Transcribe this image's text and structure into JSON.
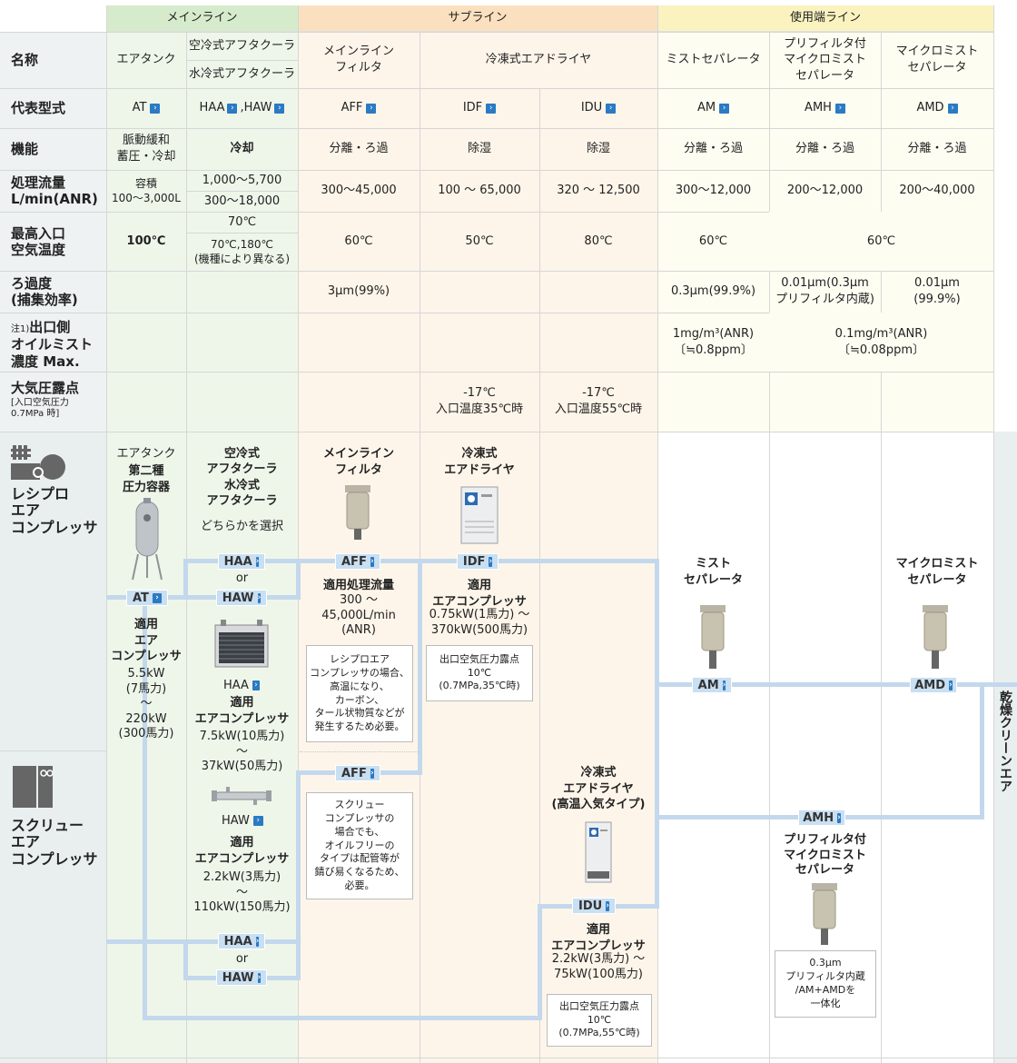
{
  "groups": {
    "main": "メインライン",
    "sub": "サブライン",
    "use": "使用端ライン"
  },
  "rows": {
    "name": {
      "label": "名称",
      "at": "エアタンク",
      "haa": "空冷式アフタクーラ",
      "haw": "水冷式アフタクーラ",
      "aff": "メインライン\nフィルタ",
      "dryer": "冷凍式エアドライヤ",
      "am": "ミストセパレータ",
      "amh": "プリフィルタ付\nマイクロミスト\nセパレータ",
      "amd": "マイクロミスト\nセパレータ"
    },
    "model": {
      "label": "代表型式",
      "at": "AT",
      "haa": "HAA",
      "haw": ",HAW",
      "aff": "AFF",
      "idf": "IDF",
      "idu": "IDU",
      "am": "AM",
      "amh": "AMH",
      "amd": "AMD"
    },
    "function": {
      "label": "機能",
      "at": "脈動緩和\n蓄圧・冷却",
      "haa": "冷却",
      "aff": "分離・ろ過",
      "idf": "除湿",
      "idu": "除湿",
      "am": "分離・ろ過",
      "amh": "分離・ろ過",
      "amd": "分離・ろ過"
    },
    "flow": {
      "label": "処理流量\nL/min(ANR)",
      "at": "容積\n100〜3,000L",
      "haa": "1,000〜5,700",
      "haw": "300〜18,000",
      "aff": "300〜45,000",
      "idf": "100 〜 65,000",
      "idu": "320 〜 12,500",
      "am": "300〜12,000",
      "amh": "200〜12,000",
      "amd": "200〜40,000"
    },
    "temp": {
      "label": "最高入口\n空気温度",
      "at": "100℃",
      "haa": "70℃",
      "haw": "70℃,180℃\n(機種により異なる)",
      "aff": "60℃",
      "idf": "50℃",
      "idu": "80℃",
      "am": "60℃",
      "amhd": "60℃"
    },
    "filt": {
      "label": "ろ過度\n(捕集効率)",
      "aff": "3μm(99%)",
      "am": "0.3μm(99.9%)",
      "amh": "0.01μm(0.3μm\nプリフィルタ内蔵)",
      "amd": "0.01μm\n(99.9%)"
    },
    "oil": {
      "note": "注1)",
      "label": "出口側\nオイルミスト\n濃度 Max.",
      "am": "1mg/m³(ANR)\n〔≒0.8ppm〕",
      "amhd": "0.1mg/m³(ANR)\n〔≒0.08ppm〕"
    },
    "dew": {
      "label": "大気圧露点",
      "sub": "[入口空気圧力\n0.7MPa 時]",
      "idf": "-17℃\n入口温度35℃時",
      "idu": "-17℃\n入口温度55℃時"
    }
  },
  "diagram": {
    "recip": "レシプロ\nエア\nコンプレッサ",
    "screw": "スクリュー\nエア\nコンプレッサ",
    "clean": "乾燥クリーンエア",
    "tank_title": "エアタンク",
    "tank_sub": "第二種\n圧力容器",
    "cooler_title": "空冷式\nアフタクーラ\n水冷式\nアフタクーラ",
    "cooler_sel": "どちらかを選択",
    "aff_title": "メインライン\nフィルタ",
    "idf_title": "冷凍式\nエアドライヤ",
    "mist_title": "ミスト\nセパレータ",
    "micro_title": "マイクロミスト\nセパレータ",
    "or": "or",
    "tags": {
      "haa": "HAA",
      "haw": "HAW",
      "at": "AT",
      "aff": "AFF",
      "idf": "IDF",
      "am": "AM",
      "amd": "AMD",
      "amh": "AMH",
      "idu": "IDU"
    },
    "at_comp": "適用\nエア\nコンプレッサ",
    "at_range": "5.5kW\n(7馬力)\n〜\n220kW\n(300馬力)",
    "haa_label": "HAA",
    "haa_comp": "適用\nエアコンプレッサ",
    "haa_range": "7.5kW(10馬力)\n〜\n37kW(50馬力)",
    "haw_label": "HAW",
    "haw_comp": "適用\nエアコンプレッサ",
    "haw_range": "2.2kW(3馬力)\n〜\n110kW(150馬力)",
    "aff_flow_title": "適用処理流量",
    "aff_flow": "300 〜\n45,000L/min\n(ANR)",
    "aff_note": "レシプロエア\nコンプレッサの場合、\n高温になり、\nカーボン、\nタール状物質などが\n発生するため必要。",
    "aff_note2": "スクリュー\nコンプレッサの\n場合でも、\nオイルフリーの\nタイプは配管等が\n錆び易くなるため、\n必要。",
    "idf_comp": "適用\nエアコンプレッサ",
    "idf_range": "0.75kW(1馬力) 〜\n370kW(500馬力)",
    "idf_note": "出口空気圧力露点\n10℃\n(0.7MPa,35℃時)",
    "idu_title": "冷凍式\nエアドライヤ\n(高温入気タイプ)",
    "idu_comp": "適用\nエアコンプレッサ",
    "idu_range": "2.2kW(3馬力) 〜\n75kW(100馬力)",
    "idu_note": "出口空気圧力露点\n10℃\n(0.7MPa,55℃時)",
    "amh_title": "プリフィルタ付\nマイクロミスト\nセパレータ",
    "amh_note": "0.3μm\nプリフィルタ内蔵\n/AM+AMDを\n一体化",
    "chev": "›"
  }
}
